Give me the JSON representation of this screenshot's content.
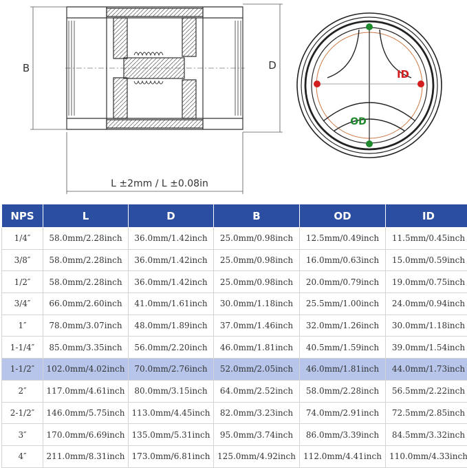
{
  "diagram": {
    "label_b": "B",
    "label_d": "D",
    "label_length": "L ±2mm / L ±0.08in",
    "label_id": "ID",
    "label_od": "OD",
    "colors": {
      "id_marker": "#d21e1e",
      "od_marker": "#1f8a2d",
      "header_bg": "#2b4ea0",
      "highlight_row": "#b7c5ea"
    }
  },
  "table": {
    "headers": [
      "NPS",
      "L",
      "D",
      "B",
      "OD",
      "ID"
    ],
    "highlight_row_index": 6,
    "rows": [
      [
        "1/4″",
        "58.0mm/2.28inch",
        "36.0mm/1.42inch",
        "25.0mm/0.98inch",
        "12.5mm/0.49inch",
        "11.5mm/0.45inch"
      ],
      [
        "3/8″",
        "58.0mm/2.28inch",
        "36.0mm/1.42inch",
        "25.0mm/0.98inch",
        "16.0mm/0.63inch",
        "15.0mm/0.59inch"
      ],
      [
        "1/2″",
        "58.0mm/2.28inch",
        "36.0mm/1.42inch",
        "25.0mm/0.98inch",
        "20.0mm/0.79inch",
        "19.0mm/0.75inch"
      ],
      [
        "3/4″",
        "66.0mm/2.60inch",
        "41.0mm/1.61inch",
        "30.0mm/1.18inch",
        "25.5mm/1.00inch",
        "24.0mm/0.94inch"
      ],
      [
        "1″",
        "78.0mm/3.07inch",
        "48.0mm/1.89inch",
        "37.0mm/1.46inch",
        "32.0mm/1.26inch",
        "30.0mm/1.18inch"
      ],
      [
        "1-1/4″",
        "85.0mm/3.35inch",
        "56.0mm/2.20inch",
        "46.0mm/1.81inch",
        "40.5mm/1.59inch",
        "39.0mm/1.54inch"
      ],
      [
        "1-1/2″",
        "102.0mm/4.02inch",
        "70.0mm/2.76inch",
        "52.0mm/2.05inch",
        "46.0mm/1.81inch",
        "44.0mm/1.73inch"
      ],
      [
        "2″",
        "117.0mm/4.61inch",
        "80.0mm/3.15inch",
        "64.0mm/2.52inch",
        "58.0mm/2.28inch",
        "56.5mm/2.22inch"
      ],
      [
        "2-1/2″",
        "146.0mm/5.75inch",
        "113.0mm/4.45inch",
        "82.0mm/3.23inch",
        "74.0mm/2.91inch",
        "72.5mm/2.85inch"
      ],
      [
        "3″",
        "170.0mm/6.69inch",
        "135.0mm/5.31inch",
        "95.0mm/3.74inch",
        "86.0mm/3.39inch",
        "84.5mm/3.32inch"
      ],
      [
        "4″",
        "211.0mm/8.31inch",
        "173.0mm/6.81inch",
        "125.0mm/4.92inch",
        "112.0mm/4.41inch",
        "110.0mm/4.33inch"
      ]
    ]
  }
}
